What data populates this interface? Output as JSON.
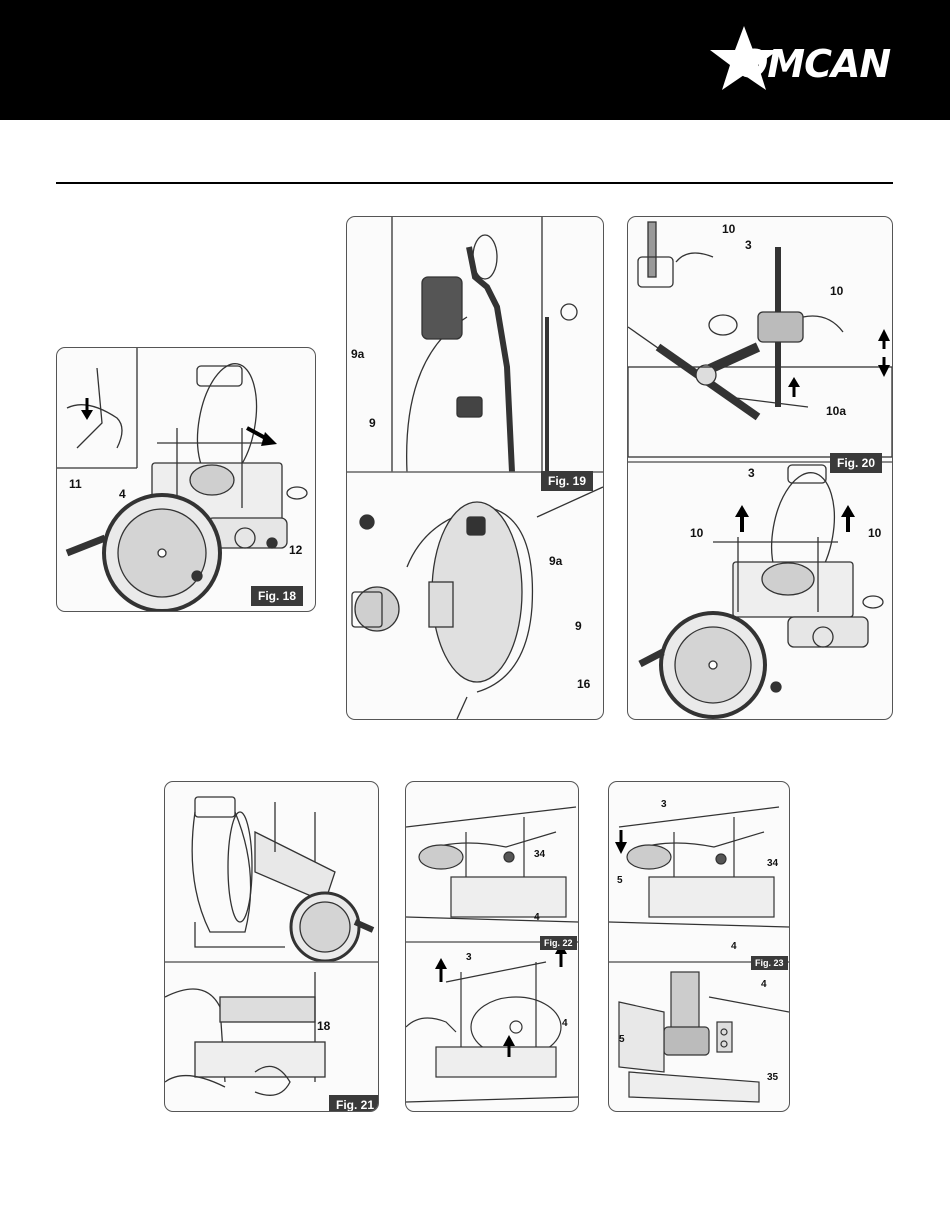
{
  "brand": {
    "name": "OMCAN",
    "logo_icon": "star-logo",
    "header_color": "#000000"
  },
  "figures": {
    "fig18": {
      "tag": "Fig. 18",
      "labels": [
        "11",
        "4",
        "12"
      ]
    },
    "fig19": {
      "tag": "Fig. 19",
      "labels": [
        "9a",
        "9",
        "9a",
        "9",
        "16"
      ]
    },
    "fig20": {
      "tag": "Fig. 20",
      "labels": [
        "10",
        "3",
        "10",
        "10a",
        "3",
        "10",
        "10"
      ]
    },
    "fig21": {
      "tag": "Fig. 21",
      "labels": [
        "18"
      ]
    },
    "fig22": {
      "tag": "Fig. 22",
      "labels": [
        "34",
        "4",
        "3",
        "4"
      ]
    },
    "fig23": {
      "tag": "Fig. 23",
      "labels": [
        "3",
        "34",
        "5",
        "4",
        "4",
        "5",
        "35"
      ]
    }
  }
}
